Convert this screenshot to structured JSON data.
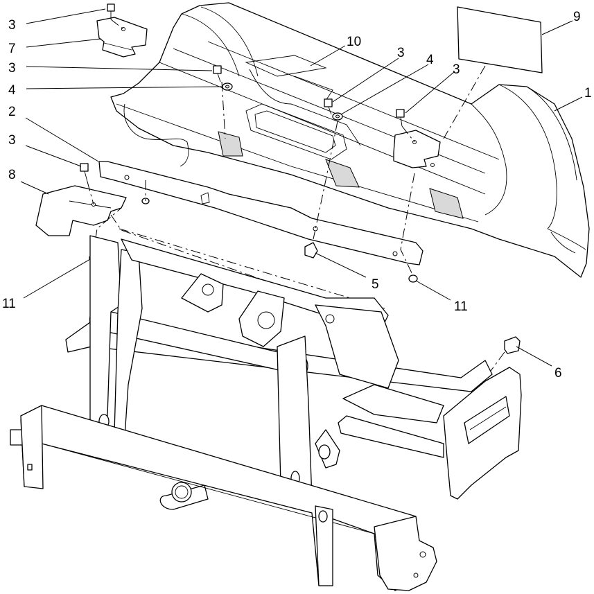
{
  "callouts": [
    {
      "id": "c-3a",
      "text": "3"
    },
    {
      "id": "c-7",
      "text": "7"
    },
    {
      "id": "c-3b",
      "text": "3"
    },
    {
      "id": "c-4a",
      "text": "4"
    },
    {
      "id": "c-2",
      "text": "2"
    },
    {
      "id": "c-3c",
      "text": "3"
    },
    {
      "id": "c-8",
      "text": "8"
    },
    {
      "id": "c-11a",
      "text": "11"
    },
    {
      "id": "c-10",
      "text": "10"
    },
    {
      "id": "c-3d",
      "text": "3"
    },
    {
      "id": "c-4b",
      "text": "4"
    },
    {
      "id": "c-3e",
      "text": "3"
    },
    {
      "id": "c-9",
      "text": "9"
    },
    {
      "id": "c-1",
      "text": "1"
    },
    {
      "id": "c-5",
      "text": "5"
    },
    {
      "id": "c-11b",
      "text": "11"
    },
    {
      "id": "c-6",
      "text": "6"
    }
  ]
}
